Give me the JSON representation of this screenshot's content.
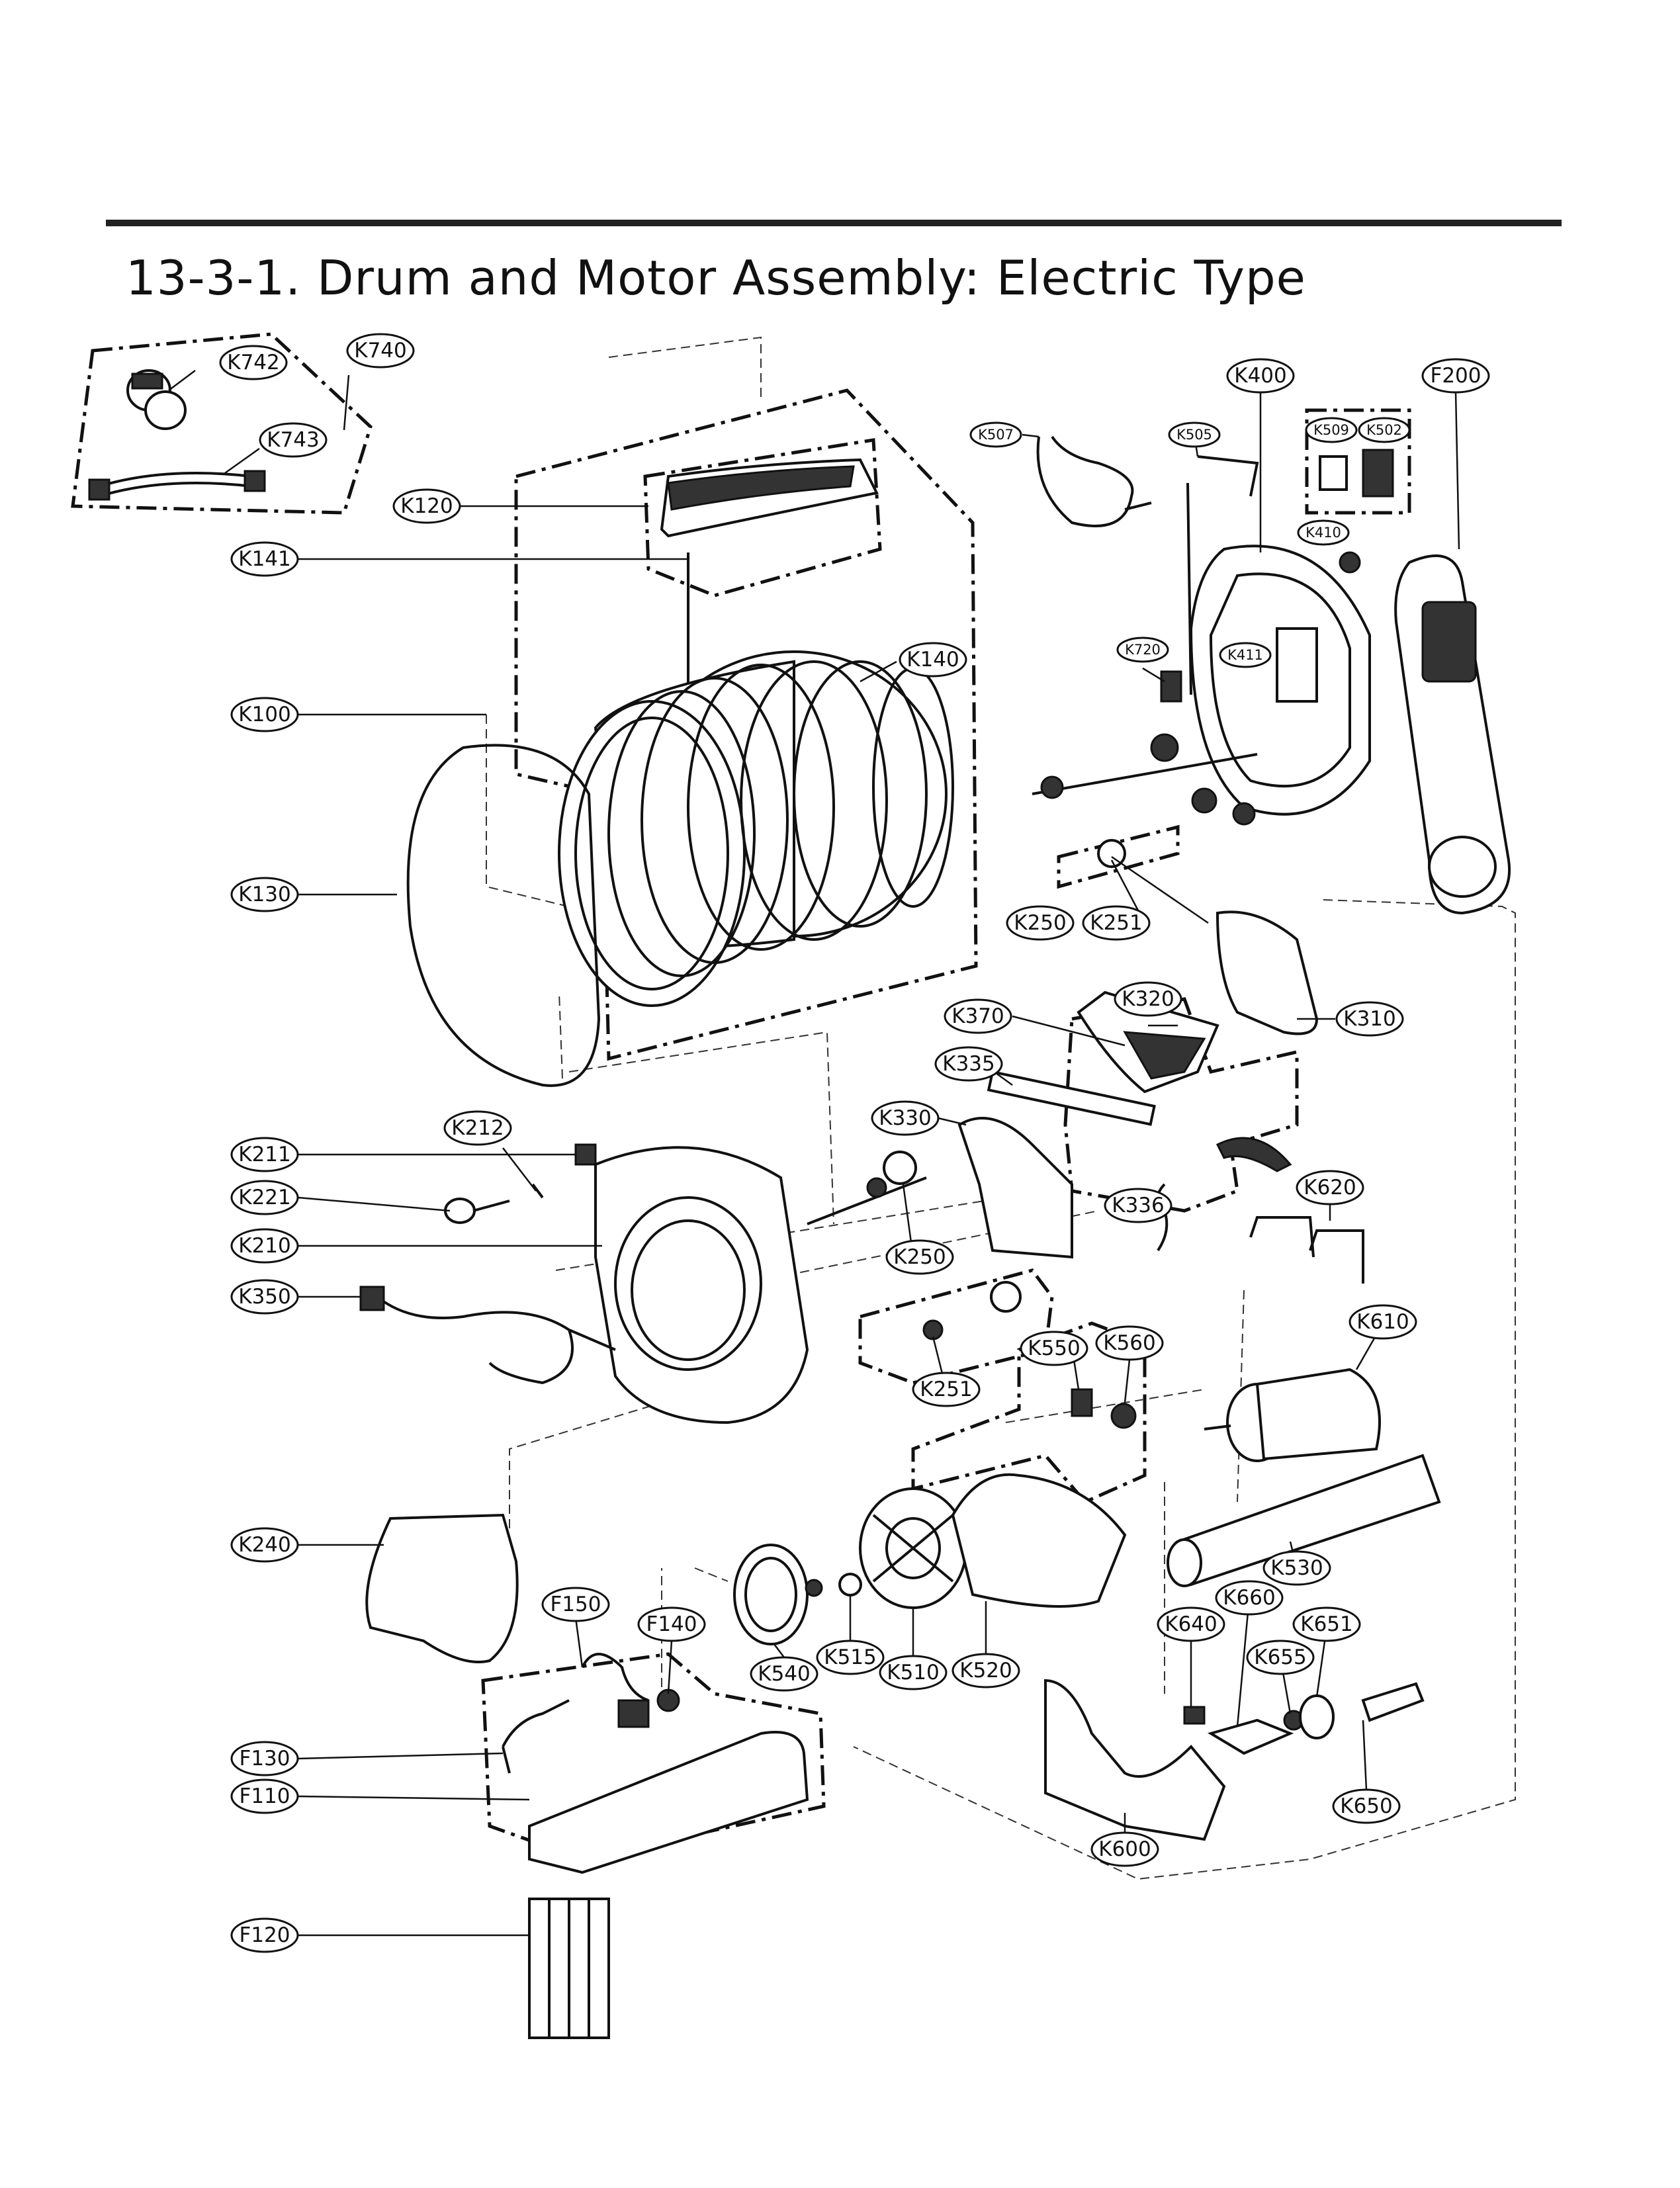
{
  "title": "13-3-1. Drum and Motor Assembly: Electric Type",
  "callouts": [
    {
      "key": "K740",
      "label": "K740"
    },
    {
      "key": "K742",
      "label": "K742"
    },
    {
      "key": "K743",
      "label": "K743"
    },
    {
      "key": "K120",
      "label": "K120"
    },
    {
      "key": "K141",
      "label": "K141"
    },
    {
      "key": "K100",
      "label": "K100"
    },
    {
      "key": "K140",
      "label": "K140"
    },
    {
      "key": "K130",
      "label": "K130"
    },
    {
      "key": "K507",
      "label": "K507"
    },
    {
      "key": "K505",
      "label": "K505"
    },
    {
      "key": "K400",
      "label": "K400"
    },
    {
      "key": "K509",
      "label": "K509"
    },
    {
      "key": "K502",
      "label": "K502"
    },
    {
      "key": "K410",
      "label": "K410"
    },
    {
      "key": "F200",
      "label": "F200"
    },
    {
      "key": "K720",
      "label": "K720"
    },
    {
      "key": "K411",
      "label": "K411"
    },
    {
      "key": "K250a",
      "label": "K250"
    },
    {
      "key": "K251a",
      "label": "K251"
    },
    {
      "key": "K310",
      "label": "K310"
    },
    {
      "key": "K370",
      "label": "K370"
    },
    {
      "key": "K320",
      "label": "K320"
    },
    {
      "key": "K335",
      "label": "K335"
    },
    {
      "key": "K330",
      "label": "K330"
    },
    {
      "key": "K212",
      "label": "K212"
    },
    {
      "key": "K211",
      "label": "K211"
    },
    {
      "key": "K221",
      "label": "K221"
    },
    {
      "key": "K210",
      "label": "K210"
    },
    {
      "key": "K350",
      "label": "K350"
    },
    {
      "key": "K336",
      "label": "K336"
    },
    {
      "key": "K620",
      "label": "K620"
    },
    {
      "key": "K250b",
      "label": "K250"
    },
    {
      "key": "K251b",
      "label": "K251"
    },
    {
      "key": "K550",
      "label": "K550"
    },
    {
      "key": "K560",
      "label": "K560"
    },
    {
      "key": "K610",
      "label": "K610"
    },
    {
      "key": "K240",
      "label": "K240"
    },
    {
      "key": "K530",
      "label": "K530"
    },
    {
      "key": "K660",
      "label": "K660"
    },
    {
      "key": "K640",
      "label": "K640"
    },
    {
      "key": "K651",
      "label": "K651"
    },
    {
      "key": "K655",
      "label": "K655"
    },
    {
      "key": "F150",
      "label": "F150"
    },
    {
      "key": "F140",
      "label": "F140"
    },
    {
      "key": "K515",
      "label": "K515"
    },
    {
      "key": "K540",
      "label": "K540"
    },
    {
      "key": "K510",
      "label": "K510"
    },
    {
      "key": "K520",
      "label": "K520"
    },
    {
      "key": "F130",
      "label": "F130"
    },
    {
      "key": "F110",
      "label": "F110"
    },
    {
      "key": "K650",
      "label": "K650"
    },
    {
      "key": "K600",
      "label": "K600"
    },
    {
      "key": "F120",
      "label": "F120"
    }
  ]
}
